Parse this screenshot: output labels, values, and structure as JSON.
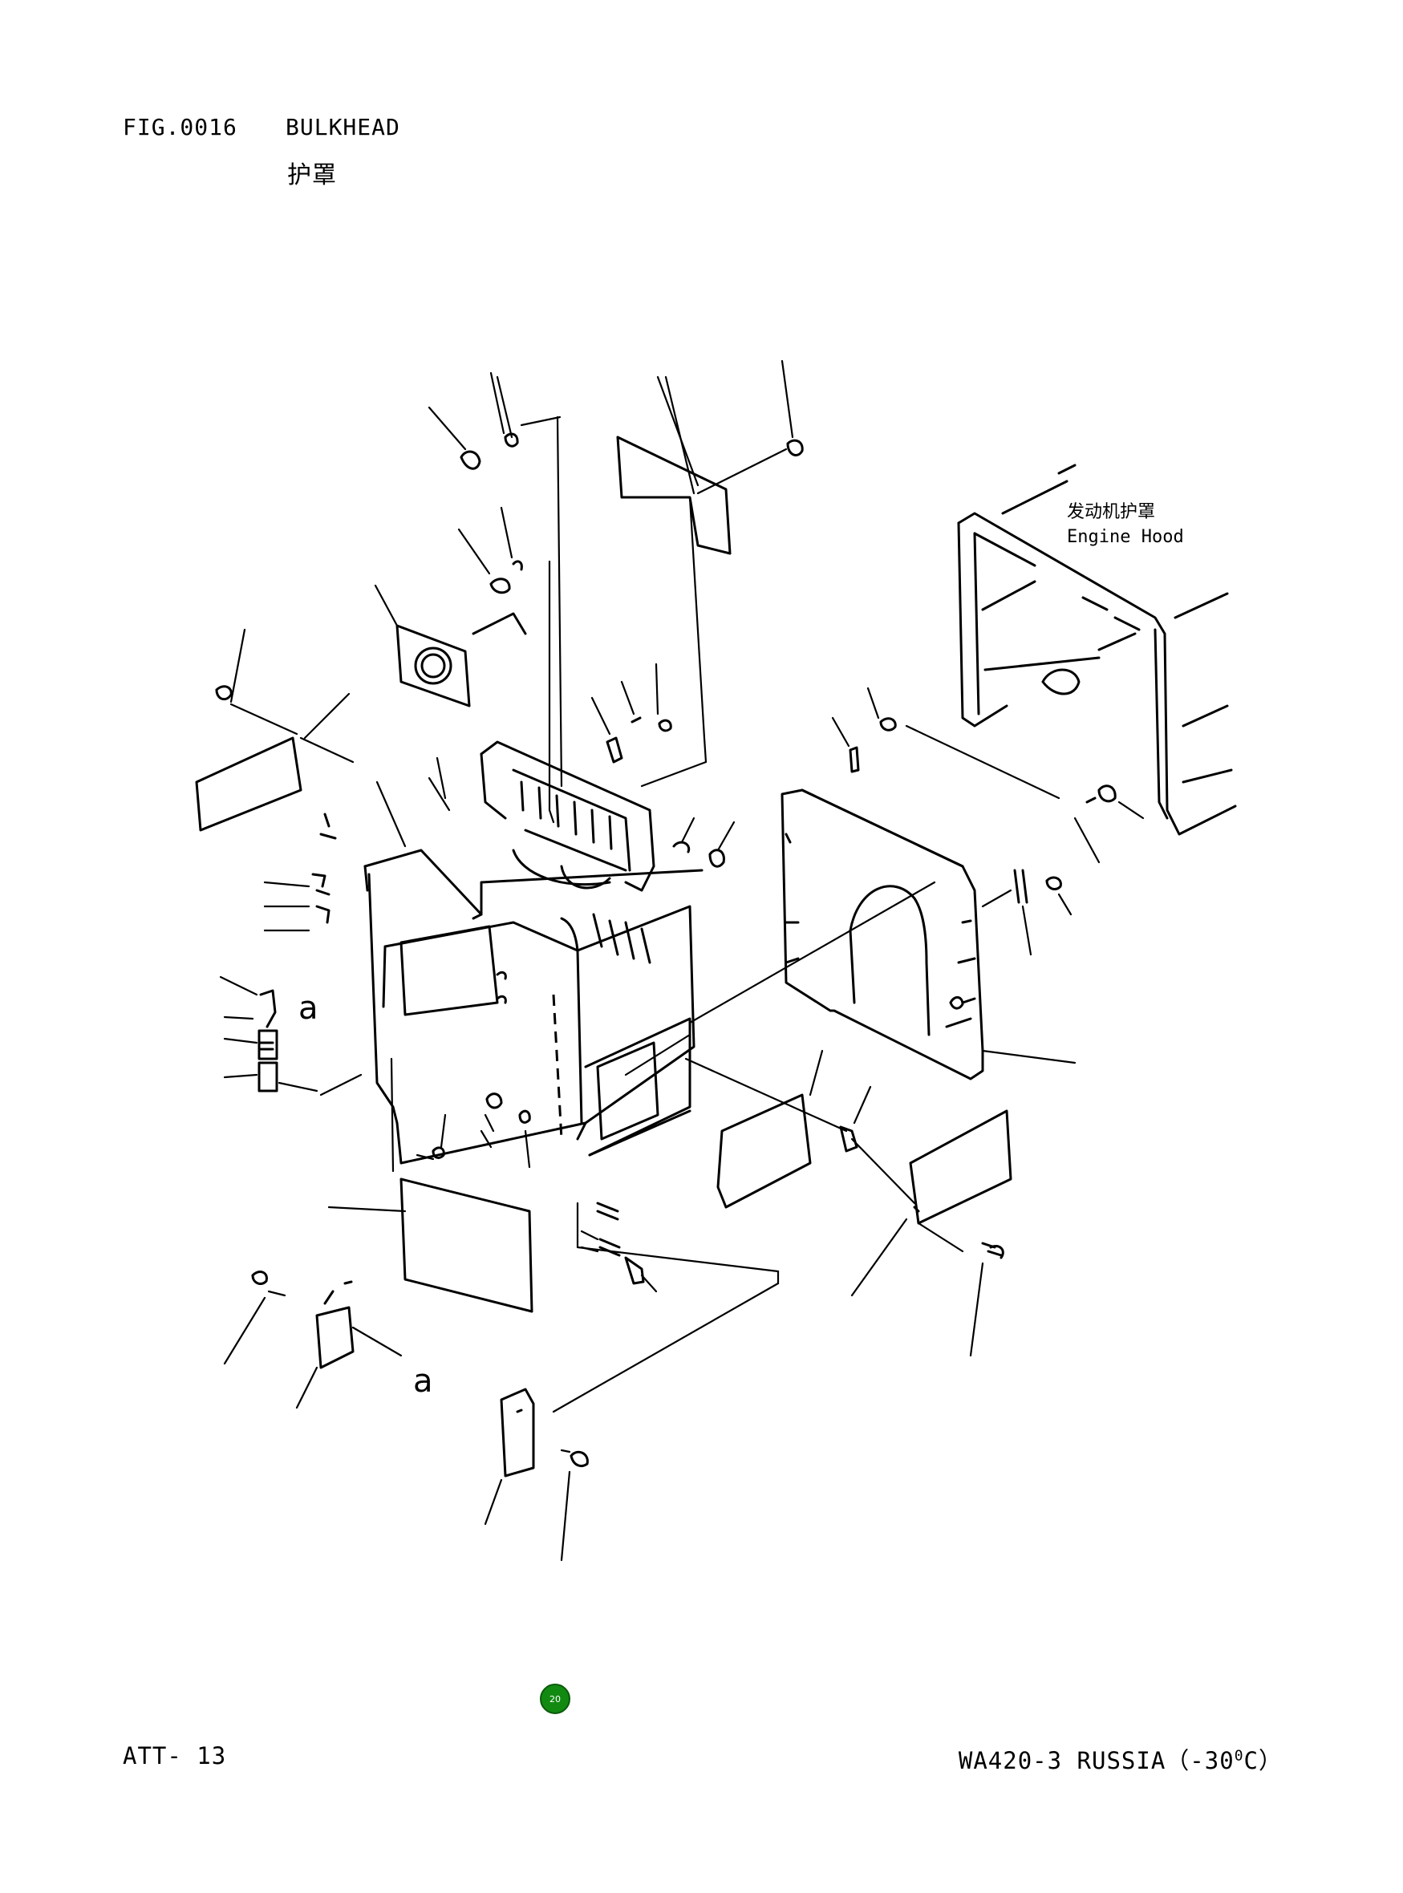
{
  "header": {
    "fig_number": "FIG.0016",
    "title_en": "BULKHEAD",
    "title_zh": "护罩"
  },
  "drawing": {
    "engine_hood_label_zh": "发动机护罩",
    "engine_hood_label_en": "Engine Hood",
    "ref_marks": [
      "a",
      "a"
    ]
  },
  "page_badge": "20",
  "footer": {
    "left": "ATT- 13",
    "right_main": "WA420-3 RUSSIA（-30",
    "right_sup": "0",
    "right_end": "C）"
  }
}
